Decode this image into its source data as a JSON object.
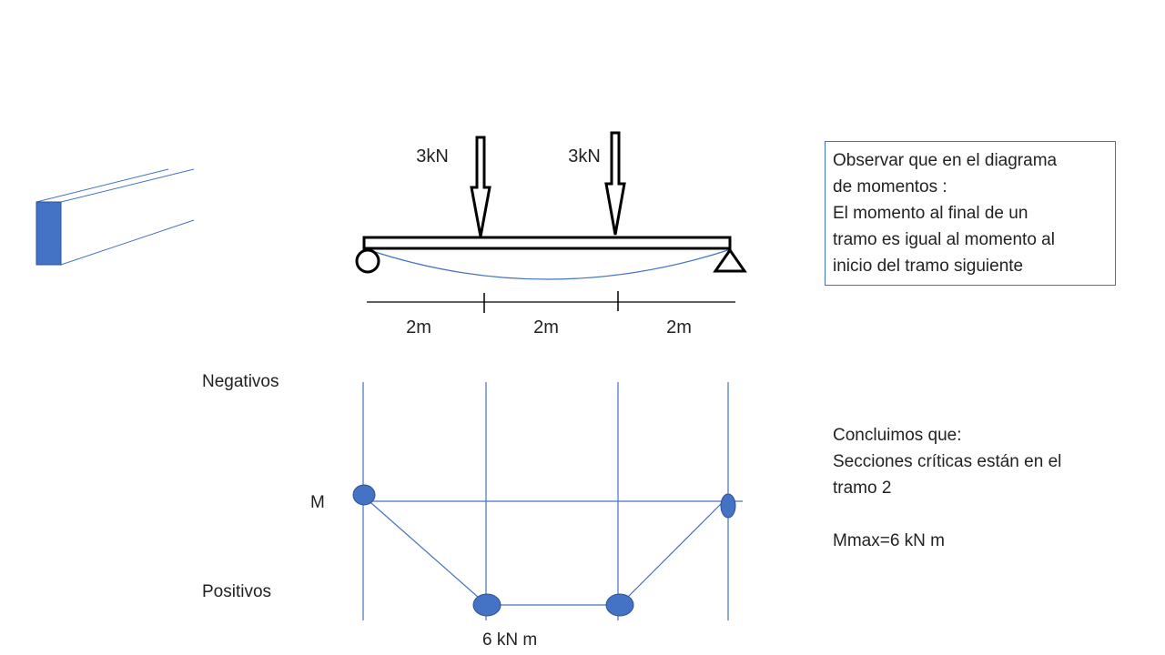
{
  "beam": {
    "loads": [
      {
        "label": "3kN",
        "position_m": 2
      },
      {
        "label": "3kN",
        "position_m": 4
      }
    ],
    "spans": [
      "2m",
      "2m",
      "2m"
    ]
  },
  "moment_diagram": {
    "negative_label": "Negativos",
    "positive_label": "Positivos",
    "axis_label": "M",
    "value_label": "6 kN m",
    "moments_kNm": [
      0,
      6,
      6,
      0
    ]
  },
  "note_box": {
    "lines": [
      "Observar que en el diagrama",
      "de momentos :",
      "El momento al final de un",
      "tramo es igual al momento al",
      "inicio del tramo siguiente"
    ]
  },
  "conclusion": {
    "line1": "Concluimos que:",
    "line2": "Secciones críticas están en el",
    "line3": "tramo 2",
    "line4": "Mmax=6 kN m"
  },
  "colors": {
    "accent": "#4472c4",
    "ink": "#000000"
  }
}
